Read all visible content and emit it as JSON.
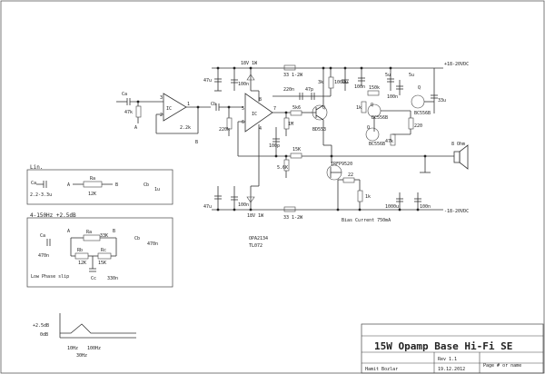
{
  "title_block": {
    "title": "15W Opamp Base Hi-Fi SE",
    "author": "Hamit Bozlar",
    "rev": "Rev 1.1",
    "date": "19.12.2012",
    "page": "Page # or name"
  },
  "rails": {
    "positive": "+18-20VDC",
    "negative": "-18-20VDC",
    "speaker": "8 Ohm"
  },
  "opamp": {
    "ic_label": "IC",
    "part1": "OPA2134",
    "part2": "TL072",
    "pin8": "8",
    "pin4": "4",
    "pin1": "1",
    "pin2": "2",
    "pin3": "3",
    "pin5": "5",
    "pin6": "6",
    "pin7": "7"
  },
  "labels": {
    "ca": "Ca",
    "cb": "Cb",
    "r47k": "47k",
    "r2k2": "2.2k",
    "pA": "A",
    "pB": "B",
    "z18v_top": "18V 1W",
    "z18v_bot": "18V 1W",
    "c47u_top": "47u",
    "c47u_bot": "47u",
    "c100n_t1": "100n",
    "c100n_b1": "100n",
    "r33_top": "33 1-2W",
    "r33_bot": "33 1-2W",
    "r220n": "220n",
    "c47p": "47p",
    "r3k": "3k",
    "c1000u_t": "1000u",
    "c1000u_b": "1000u",
    "c100n_t2": "100n",
    "c100n_b2": "100n",
    "r150k": "150k",
    "r5u": "5u",
    "c100n_mid": "100n",
    "c33u": "33u",
    "r1k": "1k",
    "bc556_1": "BC556B",
    "bc556_2": "BC556B",
    "r220": "220",
    "r47k2": "47k",
    "r5k6": "5k6",
    "r1m": "1M",
    "c100p": "100p",
    "r220_2": "220",
    "r15k": "15K",
    "bd": "BD553",
    "irf": "IRFP9520",
    "r5k6b": "5.6K",
    "r22": "22",
    "r1k2": "1k",
    "bias": "Bias Current 750mA",
    "r220k": "220k",
    "c2": "2",
    "c3": "3",
    "q": "Q"
  },
  "inset_lin": {
    "heading": "Lin.",
    "ca": "Ca",
    "ca_val": "2.2-3.3u",
    "a": "A",
    "b": "B",
    "ra": "Ra",
    "ra_val": "12K",
    "cb": "Cb",
    "cb_val": "1u"
  },
  "inset_eq": {
    "heading": "4-150Hz +2.5dB",
    "ca": "Ca",
    "ca_val": "470n",
    "a": "A",
    "b": "B",
    "ra": "Ra",
    "ra_val": "33K",
    "rb": "Rb",
    "rb_val": "12K",
    "rc": "Rc",
    "rc_val": "15K",
    "cc": "Cc",
    "cc_val": "330n",
    "cb": "Cb",
    "cb_val": "470n",
    "note": "Low Phase slip"
  },
  "response": {
    "y_top": "+2.5dB",
    "y_zero": "0dB",
    "x1": "10Hz",
    "x2": "100Hz",
    "x3": "30Hz"
  }
}
